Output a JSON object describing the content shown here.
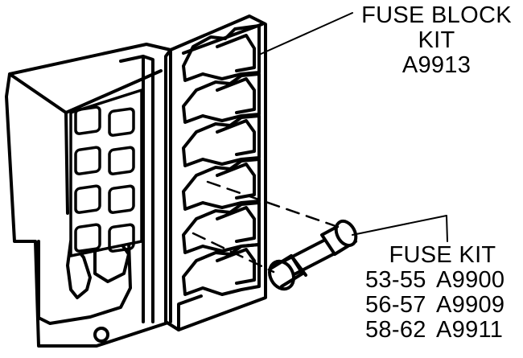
{
  "fuse_block_label": {
    "line1": "FUSE BLOCK",
    "line2": "KIT",
    "part": "A9913"
  },
  "fuse_kit_label": {
    "title": "FUSE KIT",
    "rows": [
      {
        "years": "53-55",
        "part": "A9900"
      },
      {
        "years": "56-57",
        "part": "A9909"
      },
      {
        "years": "58-62",
        "part": "A9911"
      }
    ]
  },
  "colors": {
    "ink": "#000000",
    "paper": "#ffffff"
  }
}
